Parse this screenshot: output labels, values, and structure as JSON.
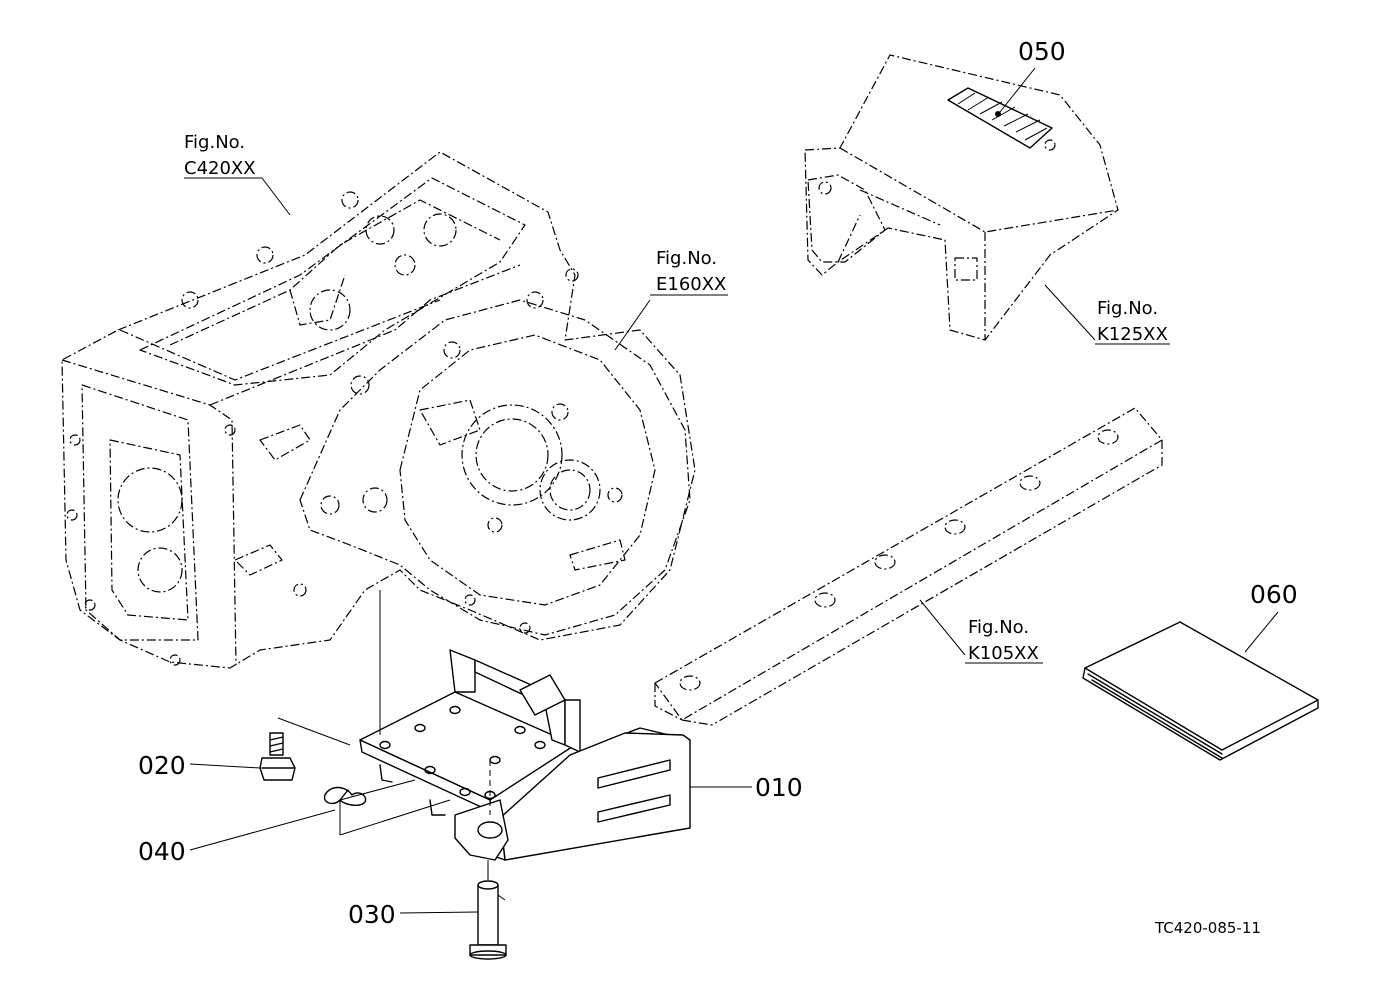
{
  "parts": {
    "p010": "010",
    "p020": "020",
    "p030": "030",
    "p040": "040",
    "p050": "050",
    "p060": "060"
  },
  "references": {
    "transmission_case": {
      "line1": "Fig.No.",
      "line2": "C420XX"
    },
    "clutch_housing": {
      "line1": "Fig.No.",
      "line2": "E160XX"
    },
    "cover": {
      "line1": "Fig.No.",
      "line2": "K125XX"
    },
    "drawbar": {
      "line1": "Fig.No.",
      "line2": "K105XX"
    }
  },
  "drawing_code": "TC420-085-11"
}
